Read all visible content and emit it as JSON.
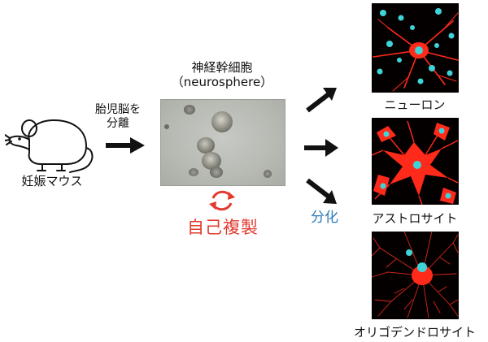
{
  "mouse": {
    "label": "妊娠マウス",
    "icon": "mouse-icon"
  },
  "step": {
    "line1": "胎児脳を",
    "line2": "分離"
  },
  "neurosphere": {
    "title_line1": "神経幹細胞",
    "title_line2": "（neurosphere）",
    "self_renewal": "自己複製"
  },
  "differentiation": {
    "label": "分化"
  },
  "cell_types": [
    {
      "label": "ニューロン"
    },
    {
      "label": "アストロサイト"
    },
    {
      "label": "オリゴデンドロサイト"
    }
  ],
  "colors": {
    "arrow": "#111111",
    "self_renewal": "#e23a2e",
    "differentiation": "#2b7ab8",
    "stain_red": "#ff2a1a",
    "stain_cyan": "#3fd3d8"
  }
}
